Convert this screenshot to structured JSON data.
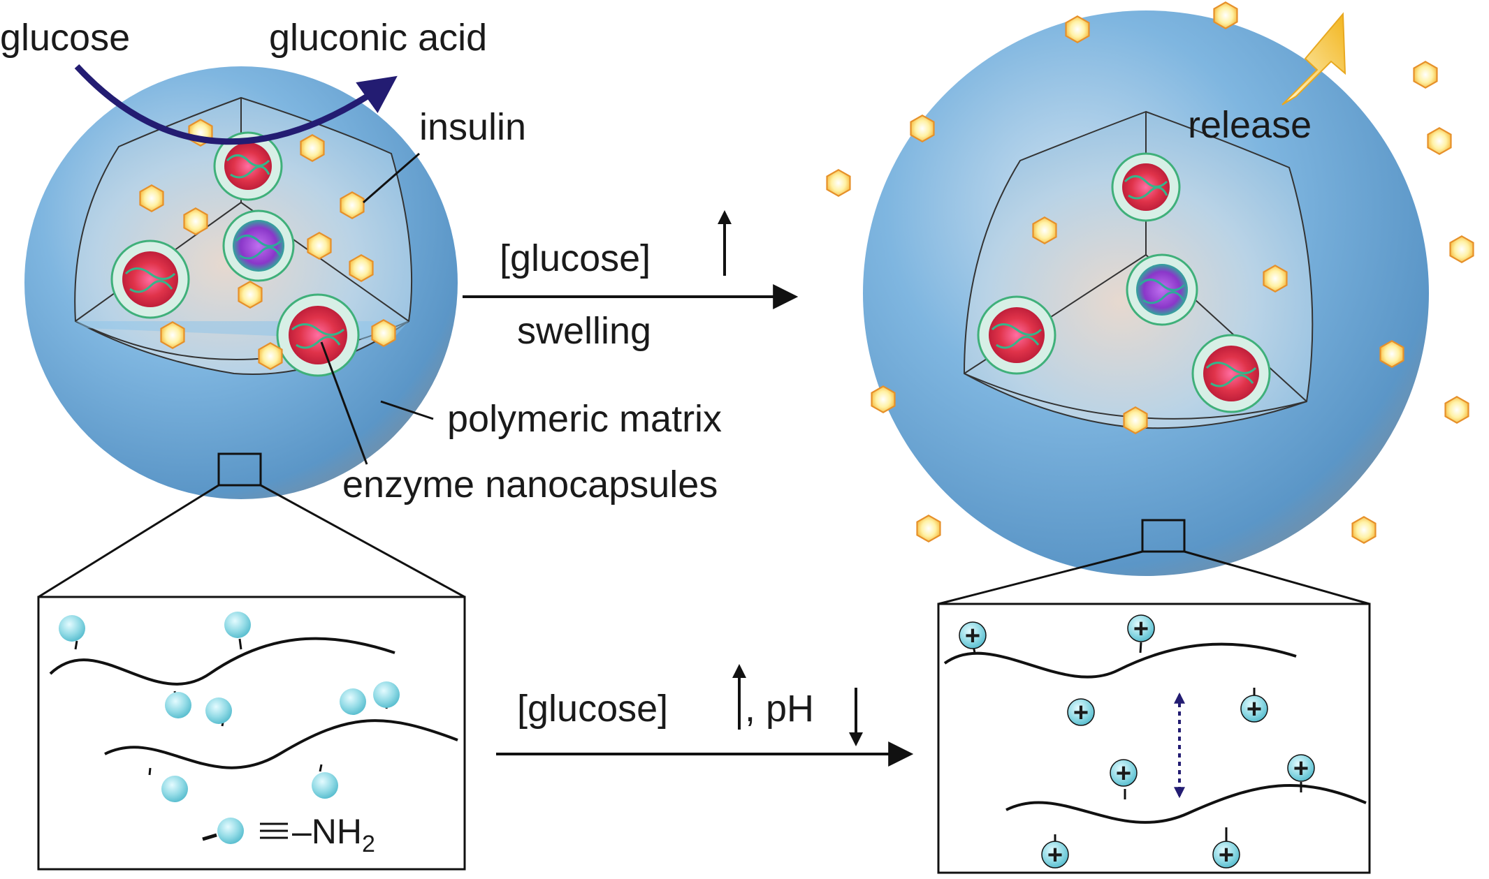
{
  "colors": {
    "sphere_light": "#c9dcec",
    "sphere_mid": "#74aedd",
    "sphere_edge": "#4a8dc2",
    "sphere_shadow": "#7f8f9c",
    "hexagon_fill": "#fff6b8",
    "hexagon_edge": "#f5a623",
    "arrow_dark_blue": "#1f1b6e",
    "arrow_black": "#111111",
    "release_arrow": "#f5cc4a",
    "bead_fill": "#8fd8e4",
    "capsule_ring": "#3fb07a",
    "capsule_core_red": "#e23c4f",
    "capsule_core_magenta": "#d22f96",
    "capsule_core_purple": "#8a3bd0"
  },
  "icons": [
    "insulin-hexagon",
    "enzyme-nanocapsule",
    "amine-bead",
    "protonated-amine-bead",
    "release-arrow"
  ],
  "labels": {
    "glucose": "glucose",
    "gluconic_acid": "gluconic acid",
    "insulin": "insulin",
    "release": "release",
    "polymeric_matrix": "polymeric matrix",
    "enzyme_nanocapsules": "enzyme nanocapsules",
    "glucose_up_top": "[glucose]",
    "swelling": "swelling",
    "glucose_ph_bottom": "[glucose]",
    "ph_text": ", pH",
    "legend_nh2": "–NH",
    "legend_sub": "2",
    "plus": "+"
  }
}
